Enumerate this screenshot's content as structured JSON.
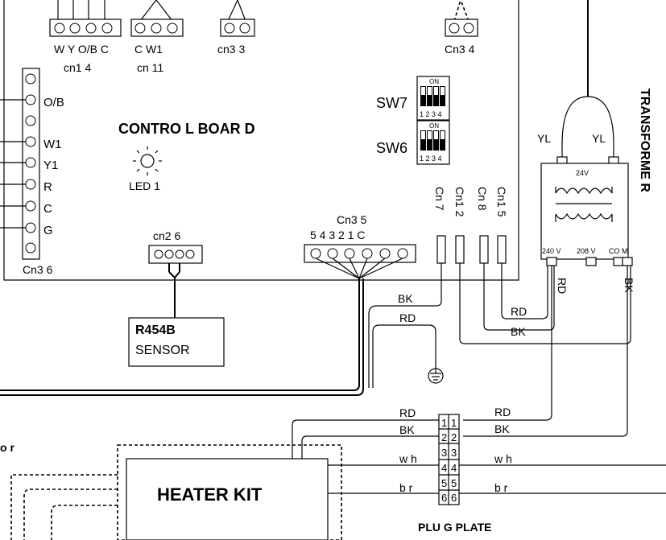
{
  "board": {
    "title": "CONTRO L BOAR D",
    "cn1_pins": "W Y O/B C",
    "cn1_label": "cn1 4",
    "cn11_pins": "C   W1",
    "cn11_label": "cn 11",
    "cn33_label": "cn3 3",
    "cn34_label": "Cn3 4",
    "left_pins": [
      "O/B",
      "W1",
      "Y1",
      "R",
      "C",
      "G"
    ],
    "cn36_label": "Cn3 6",
    "led_label": "LED 1",
    "sw7_label": "SW7",
    "sw6_label": "SW6",
    "dip_on": "ON",
    "dip_nums": "1 2 3 4",
    "cn26_label": "cn2 6",
    "cn35_label": "Cn3 5",
    "cn35_pins": "5  4  3  2  1  C",
    "vconn": [
      "Cn 7",
      "Cn1 2",
      "Cn 8",
      "Cn1 5"
    ]
  },
  "sensor": {
    "line1": "R454B",
    "line2": "SENSOR"
  },
  "transformer": {
    "title": "TRANSFORME R",
    "yl_left": "YL",
    "yl_right": "YL",
    "v24": "24V",
    "v240": "240 V",
    "v208": "208 V",
    "com": "CO M"
  },
  "wires": {
    "bk1": "BK",
    "rd1": "RD",
    "rd2": "RD",
    "bk2": "BK",
    "rd_v": "RD",
    "bk_v": "BK",
    "rd_l": "RD",
    "bk_l": "BK",
    "rd_r": "RD",
    "bk_r": "BK",
    "wh_l": "w h",
    "wh_r": "w h",
    "br_l": "b r",
    "br_r": "b r"
  },
  "plug": {
    "title": "PLU G PLATE",
    "pins": [
      "1",
      "2",
      "3",
      "4",
      "5",
      "6"
    ]
  },
  "heater": {
    "label": "HEATER KIT"
  },
  "partial_label": "o r"
}
